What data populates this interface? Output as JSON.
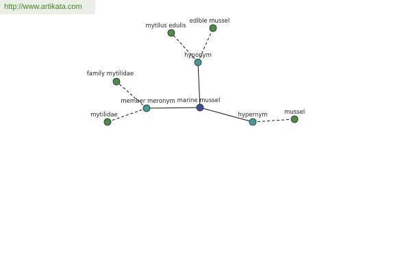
{
  "banner": {
    "url": "http://www.artikata.com"
  },
  "colors": {
    "center": "#3d4f94",
    "relation": "#4a9a98",
    "leaf": "#4f8c4a"
  },
  "graph": {
    "center": {
      "label": "marine mussel"
    },
    "relations": {
      "hyponym": {
        "label": "hyponym"
      },
      "hypernym": {
        "label": "hypernym"
      },
      "member_meronym": {
        "label": "member meronym"
      }
    },
    "leaves": {
      "mytilus_edulis": {
        "label": "mytilus edulis"
      },
      "edible_mussel": {
        "label": "edible mussel"
      },
      "family_mytilidae": {
        "label": "family mytilidae"
      },
      "mytilidae": {
        "label": "mytilidae"
      },
      "mussel": {
        "label": "mussel"
      }
    }
  }
}
